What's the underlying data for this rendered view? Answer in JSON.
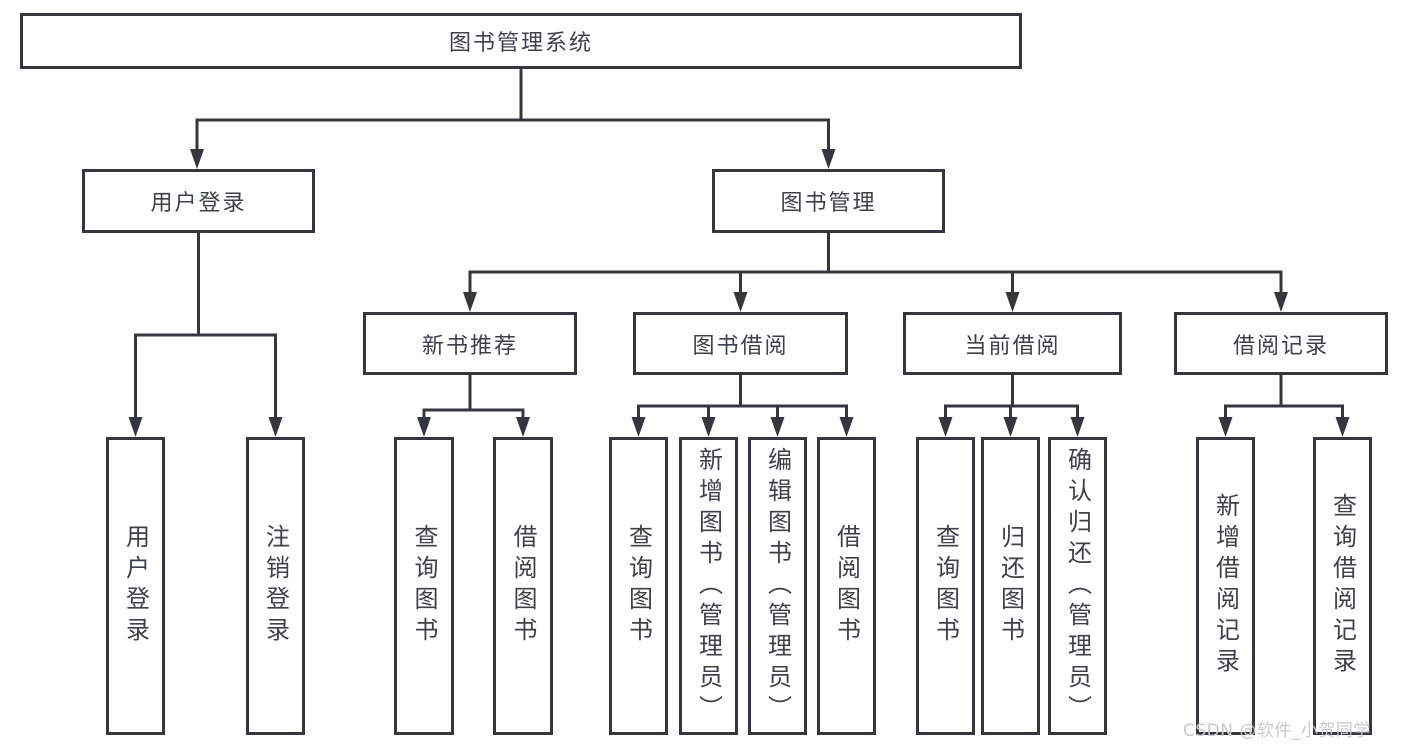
{
  "diagram": {
    "root": {
      "label": "图书管理系统"
    },
    "level2": [
      {
        "id": "user-login",
        "label": "用户登录",
        "parent": "图书管理系统"
      },
      {
        "id": "book-management",
        "label": "图书管理",
        "parent": "图书管理系统"
      }
    ],
    "level3": [
      {
        "id": "new-book-recommend",
        "label": "新书推荐",
        "parent": "图书管理"
      },
      {
        "id": "book-borrow",
        "label": "图书借阅",
        "parent": "图书管理"
      },
      {
        "id": "current-borrow",
        "label": "当前借阅",
        "parent": "图书管理"
      },
      {
        "id": "borrow-records",
        "label": "借阅记录",
        "parent": "图书管理"
      }
    ],
    "leaves": [
      {
        "id": "user-login-leaf",
        "label": "用户登录",
        "parent": "用户登录"
      },
      {
        "id": "logout-leaf",
        "label": "注销登录",
        "parent": "用户登录"
      },
      {
        "id": "query-books-1",
        "label": "查询图书",
        "parent": "新书推荐"
      },
      {
        "id": "borrow-books-1",
        "label": "借阅图书",
        "parent": "新书推荐"
      },
      {
        "id": "query-books-2",
        "label": "查询图书",
        "parent": "图书借阅"
      },
      {
        "id": "add-books-admin",
        "label": "新增图书（管理员）",
        "parent": "图书借阅"
      },
      {
        "id": "edit-books-admin",
        "label": "编辑图书（管理员）",
        "parent": "图书借阅"
      },
      {
        "id": "borrow-books-2",
        "label": "借阅图书",
        "parent": "图书借阅"
      },
      {
        "id": "query-books-3",
        "label": "查询图书",
        "parent": "当前借阅"
      },
      {
        "id": "return-books",
        "label": "归还图书",
        "parent": "当前借阅"
      },
      {
        "id": "confirm-return-admin",
        "label": "确认归还（管理员）",
        "parent": "当前借阅"
      },
      {
        "id": "add-borrow-record",
        "label": "新增借阅记录",
        "parent": "借阅记录"
      },
      {
        "id": "query-borrow-record",
        "label": "查询借阅记录",
        "parent": "借阅记录"
      }
    ]
  },
  "watermark": {
    "text": "CSDN @软件_小贺同学"
  },
  "colors": {
    "line": "#34383e",
    "text": "#3d4248",
    "watermark": "#c9c9c9",
    "bg": "#ffffff"
  }
}
